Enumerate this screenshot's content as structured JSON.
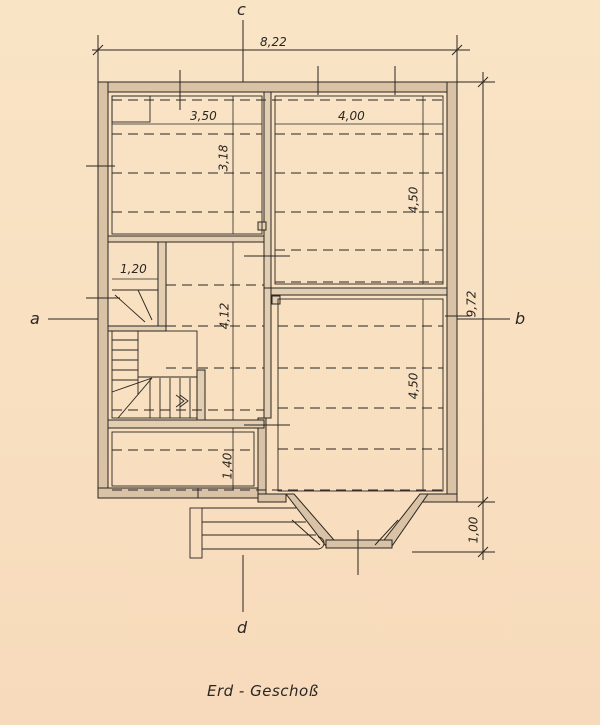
{
  "drawing": {
    "type": "architectural floor plan",
    "title": "Erd - Geschoß",
    "colors": {
      "paper": "#f8dfc0",
      "ink": "#2a2622",
      "wall_fill": "#d9c2a6"
    }
  },
  "section_markers": {
    "top": "c",
    "bottom": "d",
    "left": "a",
    "right": "b"
  },
  "dimensions": {
    "overall_width": "8,22",
    "overall_depth": "9,72",
    "bay_projection": "1,00",
    "room_top_left_width": "3,50",
    "room_top_left_depth": "3,18",
    "room_top_right_width": "4,00",
    "room_top_right_depth": "4,50",
    "room_bottom_right_depth": "4,50",
    "stair_width": "1,20",
    "hall_depth": "4,12",
    "entry_depth": "1,40"
  }
}
